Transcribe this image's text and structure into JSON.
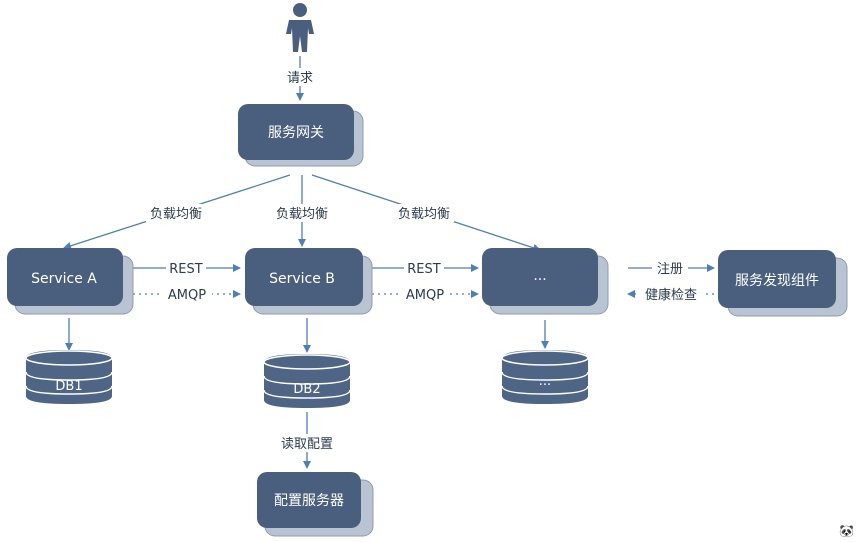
{
  "colors": {
    "node": "#4a5f7d",
    "node_shadow": "#b9c4d2",
    "node_shadow_border": "#8d9bb0",
    "arrow": "#4e7fb5",
    "db": "#4f6585",
    "db_line": "#ffffff",
    "user": "#4a5f7d"
  },
  "user": {
    "icon": "person-icon"
  },
  "labels": {
    "request": "请求",
    "lb1": "负载均衡",
    "lb2": "负载均衡",
    "lb3": "负载均衡",
    "rest1": "REST",
    "amqp1": "AMQP",
    "rest2": "REST",
    "amqp2": "AMQP",
    "register": "注册",
    "health": "健康检查",
    "read_config": "读取配置"
  },
  "nodes": {
    "gateway": "服务网关",
    "service_a": "Service A",
    "service_b": "Service B",
    "service_more": "...",
    "discovery": "服务发现组件",
    "config": "配置服务器"
  },
  "databases": {
    "db1": "DB1",
    "db2": "DB2",
    "db_more": "..."
  },
  "corner_glyph": "🐼"
}
